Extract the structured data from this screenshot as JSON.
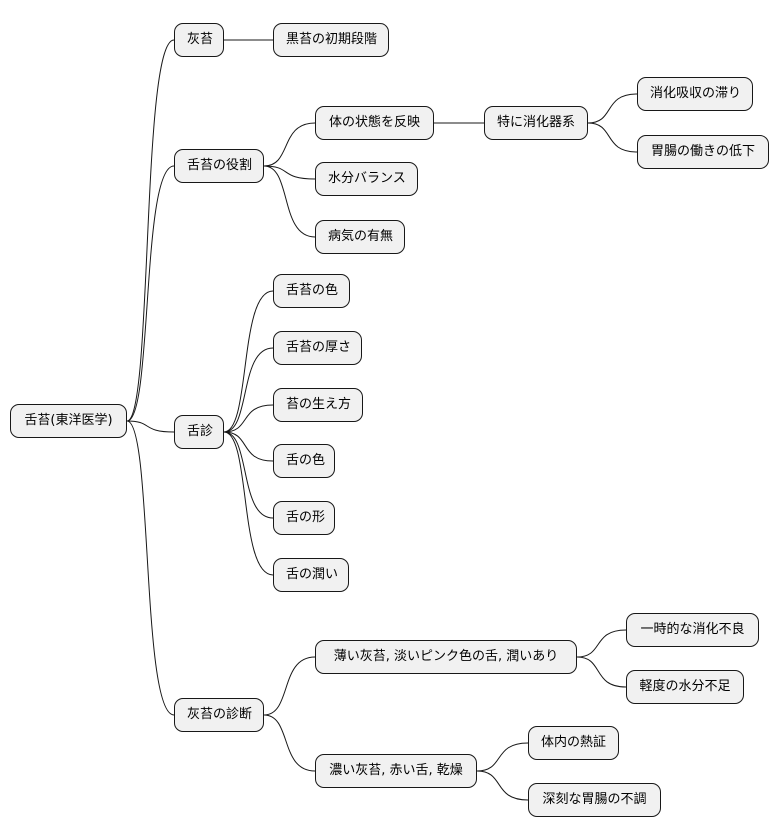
{
  "mindmap": {
    "root": "舌苔(東洋医学)",
    "branches": {
      "gray_coating": {
        "label": "灰苔",
        "children": {
          "black_initial": "黒苔の初期段階"
        }
      },
      "role": {
        "label": "舌苔の役割",
        "reflect": {
          "label": "体の状態を反映",
          "digestive": {
            "label": "特に消化器系",
            "stagnation": "消化吸収の滞り",
            "decline": "胃腸の働きの低下"
          }
        },
        "water_balance": "水分バランス",
        "illness": "病気の有無"
      },
      "diagnosis": {
        "label": "舌診",
        "coating_color": "舌苔の色",
        "coating_thickness": "舌苔の厚さ",
        "coating_growth": "苔の生え方",
        "tongue_color": "舌の色",
        "tongue_shape": "舌の形",
        "tongue_moisture": "舌の潤い"
      },
      "gray_diagnosis": {
        "label": "灰苔の診断",
        "thin": {
          "label": "薄い灰苔, 淡いピンク色の舌, 潤いあり",
          "temporary_indigestion": "一時的な消化不良",
          "mild_water_deficit": "軽度の水分不足"
        },
        "thick": {
          "label": "濃い灰苔, 赤い舌, 乾燥",
          "internal_heat": "体内の熱証",
          "serious_gi": "深刻な胃腸の不調"
        }
      }
    }
  },
  "colors": {
    "node_fill": "#f1f1f1",
    "node_border": "#181818",
    "edge": "#181818"
  }
}
